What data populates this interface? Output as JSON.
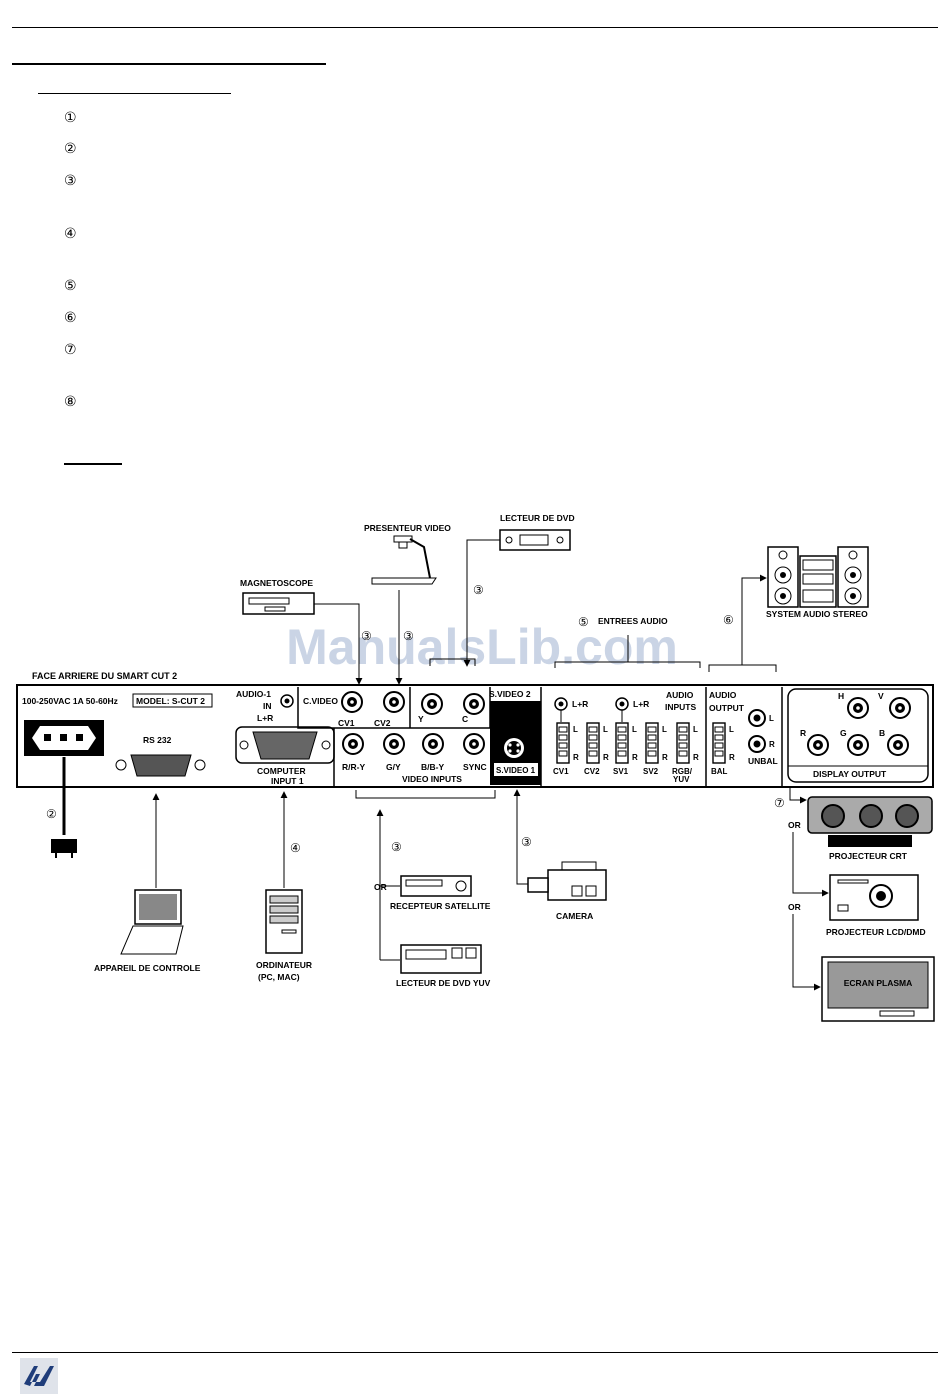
{
  "list_markers": [
    "①",
    "②",
    "③",
    "④",
    "⑤",
    "⑥",
    "⑦",
    "⑧"
  ],
  "watermark": "ManualsLib.com",
  "diagram": {
    "title": "FACE ARRIERE DU SMART CUT 2",
    "power_rating": "100-250VAC 1A 50-60Hz",
    "model": "MODEL: S-CUT 2",
    "rs232": "RS 232",
    "audio1_l1": "AUDIO-1",
    "audio1_l2": "IN",
    "audio1_l3": "L+R",
    "computer_input_l1": "COMPUTER",
    "computer_input_l2": "INPUT 1",
    "cvideo": "C.VIDEO",
    "cv1": "CV1",
    "cv2": "CV2",
    "svideo2": "S.VIDEO 2",
    "y": "Y",
    "c": "C",
    "rry": "R/R-Y",
    "gy": "G/Y",
    "bby": "B/B-Y",
    "sync": "SYNC",
    "video_inputs": "VIDEO INPUTS",
    "svideo1": "S.VIDEO 1",
    "lr": "L+R",
    "l": "L",
    "r": "R",
    "audio_inputs_l1": "AUDIO",
    "audio_inputs_l2": "INPUTS",
    "a_cv1": "CV1",
    "a_cv2": "CV2",
    "a_sv1": "SV1",
    "a_sv2": "SV2",
    "rgb_l1": "RGB/",
    "rgb_l2": "YUV",
    "audio_output_l1": "AUDIO",
    "audio_output_l2": "OUTPUT",
    "bal": "BAL",
    "unbal": "UNBAL",
    "h": "H",
    "v": "V",
    "g": "G",
    "bl": "B",
    "display_output": "DISPLAY OUTPUT",
    "magnetoscope": "MAGNETOSCOPE",
    "presenteur": "PRESENTEUR VIDEO",
    "lecteur_dvd": "LECTEUR DE DVD",
    "entrees_audio": "ENTREES AUDIO",
    "system_audio": "SYSTEM AUDIO STEREO",
    "appareil": "APPAREIL DE CONTROLE",
    "ordinateur_l1": "ORDINATEUR",
    "ordinateur_l2": "(PC, MAC)",
    "or": "OR",
    "recepteur": "RECEPTEUR SATELLITE",
    "lecteur_dvd_yuv": "LECTEUR DE DVD YUV",
    "camera": "CAMERA",
    "projecteur_crt": "PROJECTEUR CRT",
    "projecteur_lcd": "PROJECTEUR LCD/DMD",
    "ecran_plasma": "ECRAN PLASMA",
    "m2": "②",
    "m3": "③",
    "m4": "④",
    "m5": "⑤",
    "m6": "⑥",
    "m7": "⑦"
  },
  "footer_logo": "logo"
}
